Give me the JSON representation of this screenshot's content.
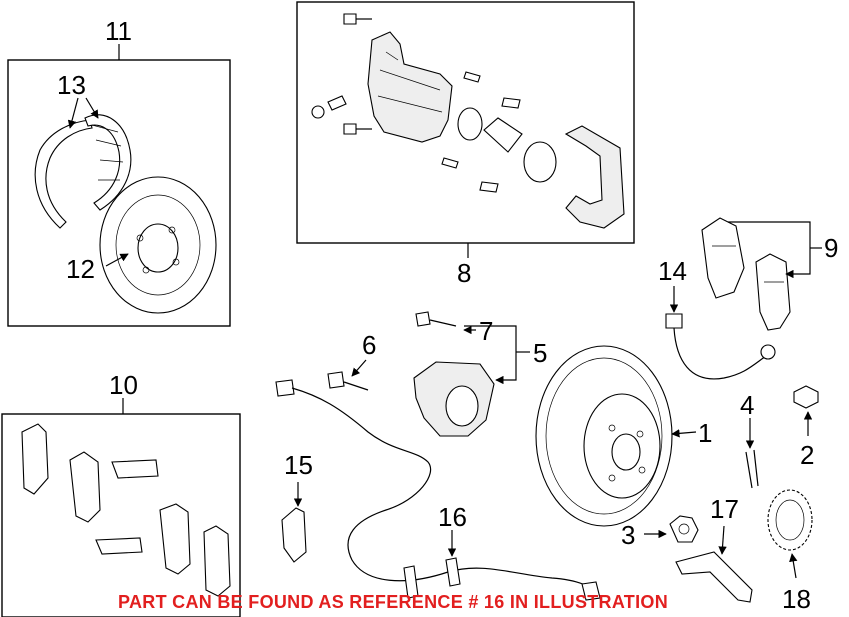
{
  "callouts": {
    "c1": "1",
    "c2": "2",
    "c3": "3",
    "c4": "4",
    "c5": "5",
    "c6": "6",
    "c7": "7",
    "c8": "8",
    "c9": "9",
    "c10": "10",
    "c11": "11",
    "c12": "12",
    "c13": "13",
    "c14": "14",
    "c15": "15",
    "c16": "16",
    "c17": "17",
    "c18": "18"
  },
  "notice": "PART CAN BE FOUND AS REFERENCE # 16 IN ILLUSTRATION",
  "colors": {
    "notice": "#e21f1f",
    "line": "#000000",
    "background": "#ffffff"
  }
}
